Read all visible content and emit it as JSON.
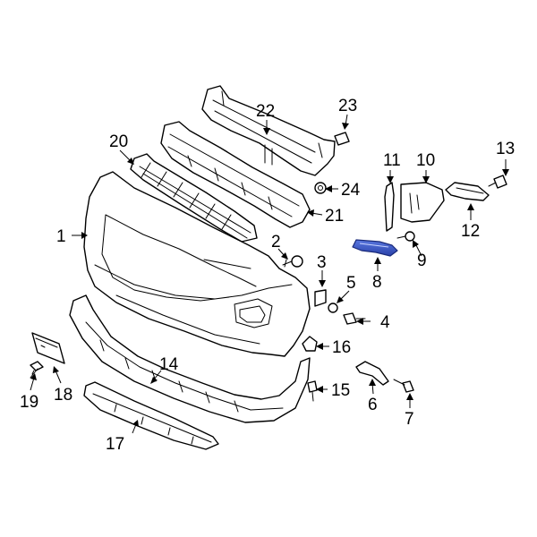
{
  "colors": {
    "line": "#000000",
    "background": "#ffffff",
    "highlight": "#3a54c8"
  },
  "highlighted_part": "8",
  "callouts": {
    "c1": "1",
    "c2": "2",
    "c3": "3",
    "c4": "4",
    "c5": "5",
    "c6": "6",
    "c7": "7",
    "c8": "8",
    "c9": "9",
    "c10": "10",
    "c11": "11",
    "c12": "12",
    "c13": "13",
    "c14": "14",
    "c15": "15",
    "c16": "16",
    "c17": "17",
    "c18": "18",
    "c19": "19",
    "c20": "20",
    "c21": "21",
    "c22": "22",
    "c23": "23",
    "c24": "24"
  }
}
